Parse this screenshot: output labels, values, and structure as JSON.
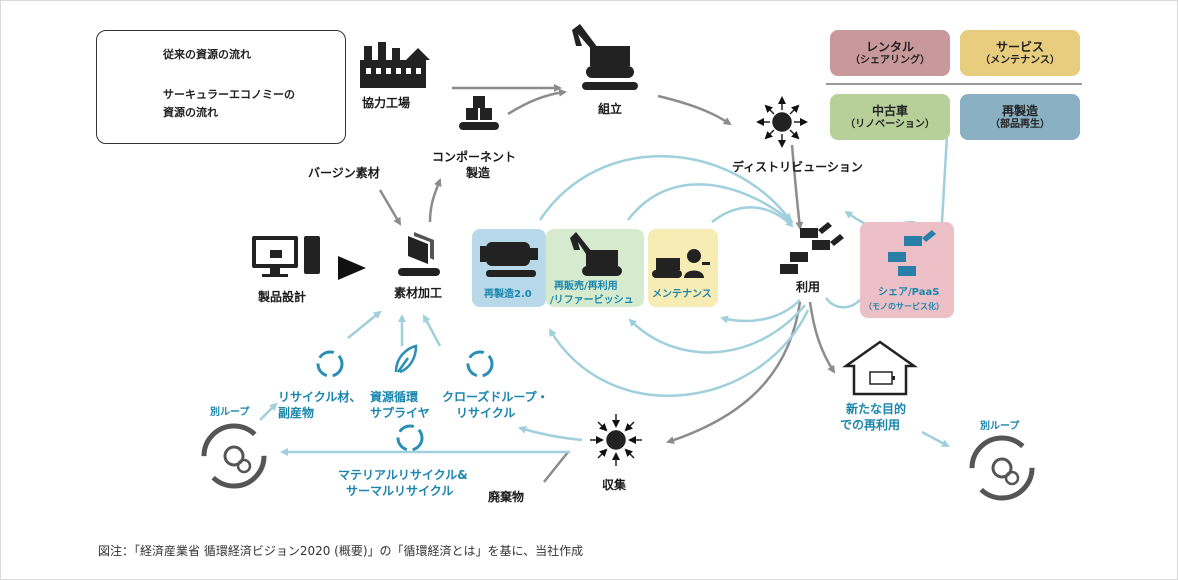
{
  "legend": {
    "traditional": "従来の資源の流れ",
    "circular_line1": "サーキュラーエコノミーの",
    "circular_line2": "資源の流れ"
  },
  "nodes": {
    "partner_factory": "協力工場",
    "assembly": "組立",
    "component_line1": "コンポーネント",
    "component_line2": "製造",
    "distribution": "ディストリビューション",
    "virgin_material": "バージン素材",
    "product_design": "製品設計",
    "material_processing": "素材加工",
    "use": "利用",
    "collection": "収集",
    "waste": "廃棄物",
    "reuse_line1": "新たな目的",
    "reuse_line2": "での再利用",
    "other_loop_left": "別ループ",
    "other_loop_right": "別ループ",
    "recycle_line1": "リサイクル材、",
    "recycle_line2": "副産物",
    "supplier_line1": "資源循環",
    "supplier_line2": "サプライヤ",
    "closed_loop_line1": "クローズドループ・",
    "closed_loop_line2": "リサイクル",
    "material_recycle_line1": "マテリアルリサイクル&",
    "material_recycle_line2": "サーマルリサイクル"
  },
  "middle_boxes": {
    "remanufacture": "再製造2.0",
    "resale_line1": "再販売/再利用",
    "resale_line2": "/リファービッシュ",
    "maintenance": "メンテナンス",
    "share_line1": "シェア/PaaS",
    "share_line2": "（モノのサービス化）"
  },
  "service_boxes": {
    "rental": "レンタル",
    "rental_sub": "（シェアリング）",
    "service": "サービス",
    "service_sub": "（メンテナンス）",
    "used_car": "中古車",
    "used_car_sub": "（リノベーション）",
    "reman": "再製造",
    "reman_sub": "（部品再生）"
  },
  "note": "図注：「経済産業省 循環経済ビジョン2020 (概要)」の「循環経済とは」を基に、当社作成",
  "colors": {
    "gray_arrow": "#8c8c8c",
    "blue_arrow": "#9fd0dc",
    "blue_text": "#1b86ad",
    "rental": "#c9989a",
    "service": "#e8cd7e",
    "used_car": "#b7cf98",
    "reman": "#8ab0c3",
    "remanufacture_bg": "#b8d9ea",
    "resale_bg": "#d6ebcd",
    "maintenance_bg": "#f7ecb3",
    "share_bg": "#ecc0c6"
  }
}
